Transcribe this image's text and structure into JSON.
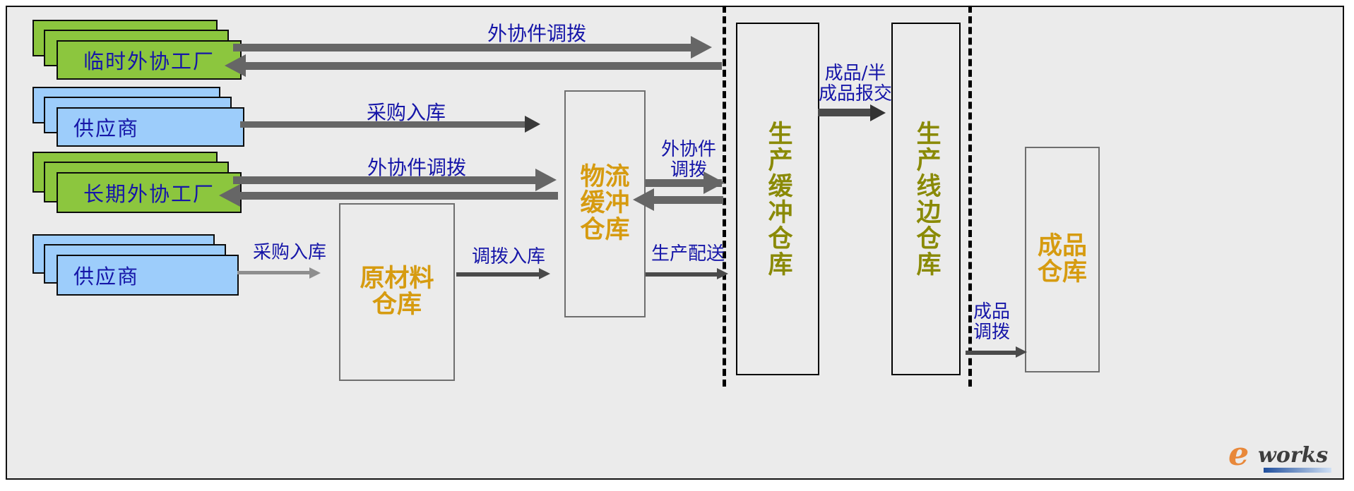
{
  "diagram": {
    "background_color": "#ebebeb",
    "label_color": "#1616a8",
    "arrow_color": "#666666",
    "sources": [
      {
        "id": "temp-outsource-factory",
        "label": "临时外协工厂",
        "color": "#8cc63e"
      },
      {
        "id": "supplier-top",
        "label": "供应商",
        "color": "#9dcdfb"
      },
      {
        "id": "long-outsource-factory",
        "label": "长期外协工厂",
        "color": "#8cc63e"
      },
      {
        "id": "supplier-bottom",
        "label": "供应商",
        "color": "#9dcdfb"
      }
    ],
    "warehouses": [
      {
        "id": "raw-material-warehouse",
        "label": "原材料\n仓库",
        "color": "#d69b10",
        "orientation": "horizontal"
      },
      {
        "id": "logistics-buffer-warehouse",
        "label": "物流\n缓冲\n仓库",
        "color": "#d69b10",
        "orientation": "horizontal"
      },
      {
        "id": "production-buffer-warehouse",
        "label": "生产缓冲仓库",
        "color": "#8a8a06",
        "orientation": "vertical"
      },
      {
        "id": "line-side-warehouse",
        "label": "生产线边仓库",
        "color": "#8a8a06",
        "orientation": "vertical"
      },
      {
        "id": "finished-goods-warehouse",
        "label": "成品\n仓库",
        "color": "#d69b10",
        "orientation": "horizontal"
      }
    ],
    "flows": [
      {
        "id": "flow-outsource-transfer-top",
        "label": "外协件调拨"
      },
      {
        "id": "flow-purchase-inbound-top",
        "label": "采购入库"
      },
      {
        "id": "flow-outsource-transfer-long",
        "label": "外协件调拨"
      },
      {
        "id": "flow-purchase-inbound-bottom",
        "label": "采购入库"
      },
      {
        "id": "flow-transfer-inbound",
        "label": "调拨入库"
      },
      {
        "id": "flow-outsource-transfer-right",
        "label": "外协件\n调拨"
      },
      {
        "id": "flow-production-delivery",
        "label": "生产配送"
      },
      {
        "id": "flow-product-submit",
        "label": "成品/半\n成品报交"
      },
      {
        "id": "flow-finished-transfer",
        "label": "成品\n调拨"
      }
    ],
    "logo": {
      "mark": "e",
      "word": "works"
    }
  }
}
